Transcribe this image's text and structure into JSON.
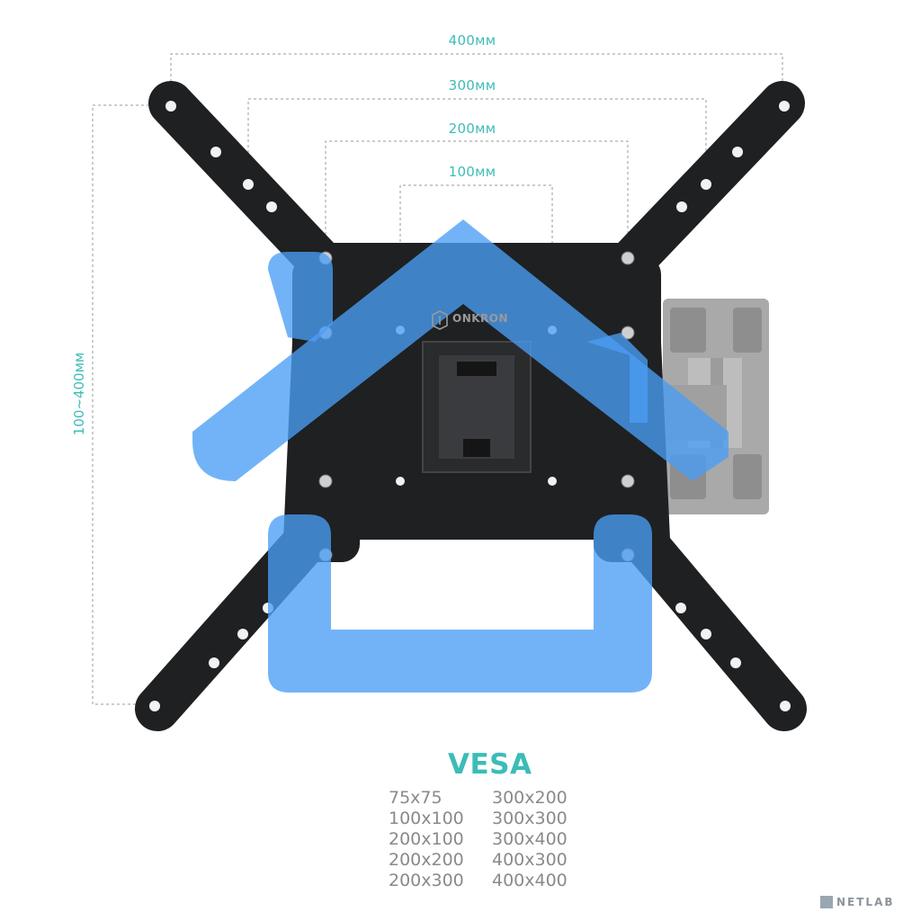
{
  "dimensions": {
    "d400": "400мм",
    "d300": "300мм",
    "d200": "200мм",
    "d100": "100мм",
    "vertical": "100~400мм"
  },
  "brand": "ONKRON",
  "vesa": {
    "title": "VESA",
    "col1": [
      "75x75",
      "100x100",
      "200x100",
      "200x200",
      "200x300"
    ],
    "col2": [
      "300x200",
      "300x300",
      "300x400",
      "400x300",
      "400x400"
    ]
  },
  "watermark": "NETLAB",
  "colors": {
    "accent": "#3cbcb8",
    "overlay_blue": "#4a9df5",
    "bracket": "#1f2022",
    "arm_gray": "#a9a9a9"
  },
  "icons": [
    "onkron-logo-icon",
    "netlab-logo-icon"
  ]
}
